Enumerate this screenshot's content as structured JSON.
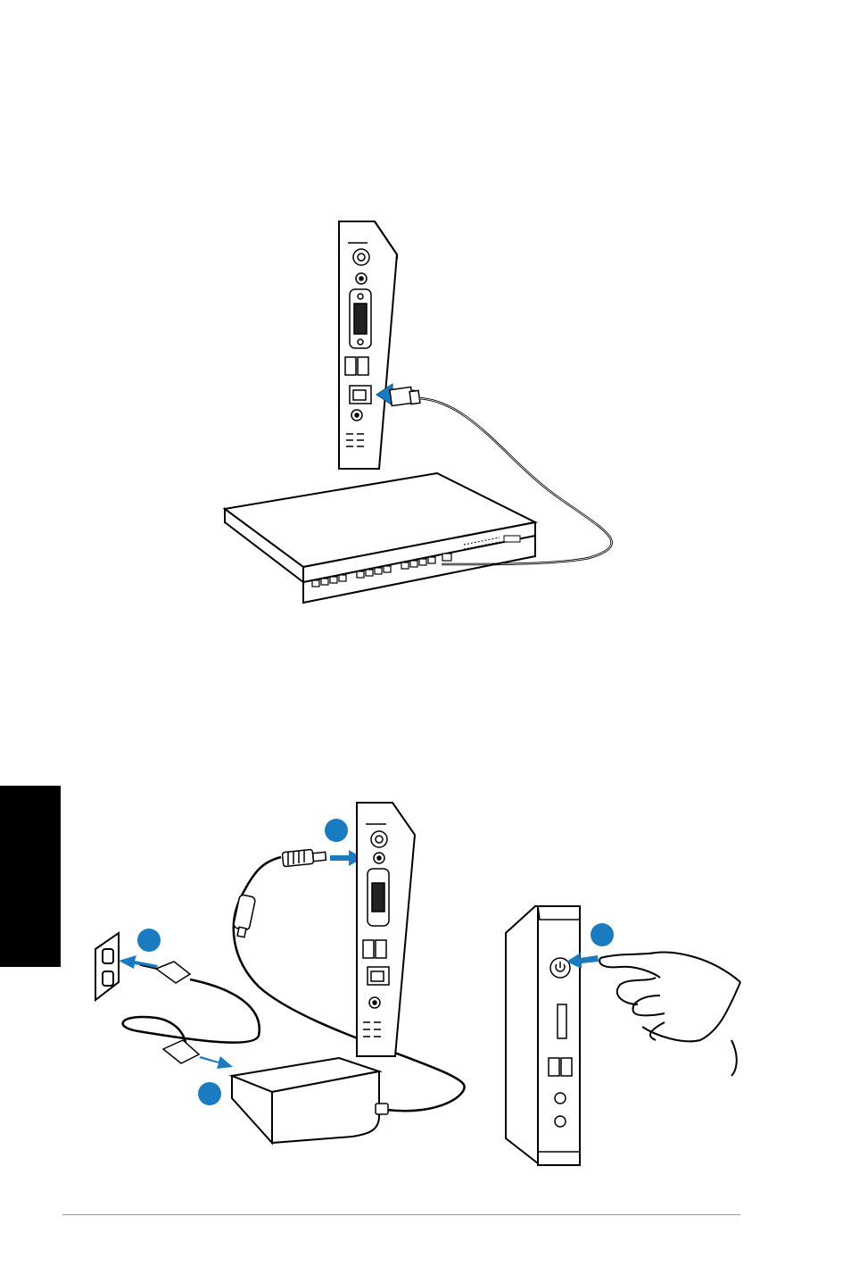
{
  "page": {
    "background": "#ffffff",
    "side_tab_color": "#000000",
    "rule_color": "#9a9a9a"
  },
  "figures": {
    "lan": {
      "ports_labels": [
        "DVI",
        "LAN"
      ],
      "arrow_color": "#1a7bc0"
    },
    "power": {
      "step_badge_color": "#1a7bc0",
      "arrow_color": "#1a7bc0",
      "device_labels": [
        "DVI",
        "DC"
      ]
    }
  }
}
